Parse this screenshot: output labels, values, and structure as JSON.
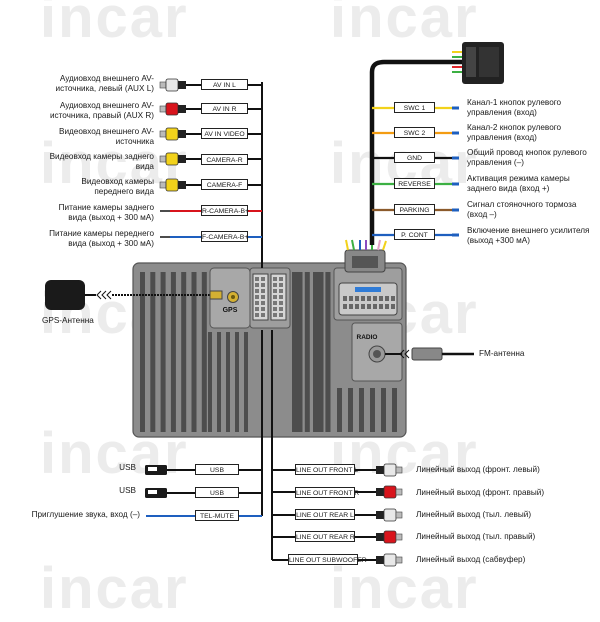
{
  "watermark": "incar",
  "left_inputs": [
    {
      "desc": "Аудиовход внешнего AV-источника, левый (AUX L)",
      "tag": "AV IN L"
    },
    {
      "desc": "Аудиовход внешнего AV-источника, правый (AUX R)",
      "tag": "AV IN R"
    },
    {
      "desc": "Видеовход внешнего AV-источника",
      "tag": "AV IN VIDEO"
    },
    {
      "desc": "Видеовход камеры заднего вида",
      "tag": "CAMERA-R"
    },
    {
      "desc": "Видеовход камеры переднего вида",
      "tag": "CAMERA-F"
    },
    {
      "desc": "Питание камеры заднего вида (выход + 300 мА)",
      "tag": "R-CAMERA-B+"
    },
    {
      "desc": "Питание камеры переднего вида (выход + 300 мА)",
      "tag": "F-CAMERA-B+"
    }
  ],
  "right_wires": [
    {
      "tag": "SWC 1",
      "desc": "Канал-1 кнопок рулевого управления (вход)"
    },
    {
      "tag": "SWC 2",
      "desc": "Канал-2 кнопок рулевого управления (вход)"
    },
    {
      "tag": "GND",
      "desc": "Общий провод кнопок рулевого управления (–)"
    },
    {
      "tag": "REVERSE",
      "desc": "Активация режима камеры заднего вида (вход +)"
    },
    {
      "tag": "PARKING",
      "desc": "Сигнал стояночного тормоза (вход –)"
    },
    {
      "tag": "P. CONT",
      "desc": "Включение внешнего усилителя (выход +300 мА)"
    }
  ],
  "unit": {
    "gps_label": "GPS",
    "radio_label": "RADIO"
  },
  "gps_antenna": "GPS-Антенна",
  "fm_antenna": "FM-антенна",
  "bottom_left": [
    {
      "desc": "USB",
      "tag": "USB"
    },
    {
      "desc": "USB",
      "tag": "USB"
    },
    {
      "desc": "Приглушение звука, вход (–)",
      "tag": "TEL-MUTE"
    }
  ],
  "line_outs": [
    {
      "tag": "LINE OUT FRONT L",
      "desc": "Линейный выход (фронт. левый)"
    },
    {
      "tag": "LINE OUT FRONT R",
      "desc": "Линейный выход (фронт. правый)"
    },
    {
      "tag": "LINE OUT REAR L",
      "desc": "Линейный выход (тыл. левый)"
    },
    {
      "tag": "LINE OUT REAR R",
      "desc": "Линейный выход (тыл. правый)"
    },
    {
      "tag": "LINE OUT SUBWOOFER",
      "desc": "Линейный выход (сабвуфер)"
    }
  ],
  "colors": {
    "white_rca": "#e8e8e8",
    "red_rca": "#d8141c",
    "yellow_rca": "#f2d21b",
    "swc1": "#f2d21b",
    "swc2": "#f39c12",
    "gnd": "#111111",
    "reverse": "#3cb043",
    "parking": "#8b5a2b",
    "pcont": "#1e5fbf",
    "rcam": "#d8141c",
    "fcam": "#1e5fbf",
    "telmute": "#1e5fbf",
    "accent": "#e0262b"
  }
}
